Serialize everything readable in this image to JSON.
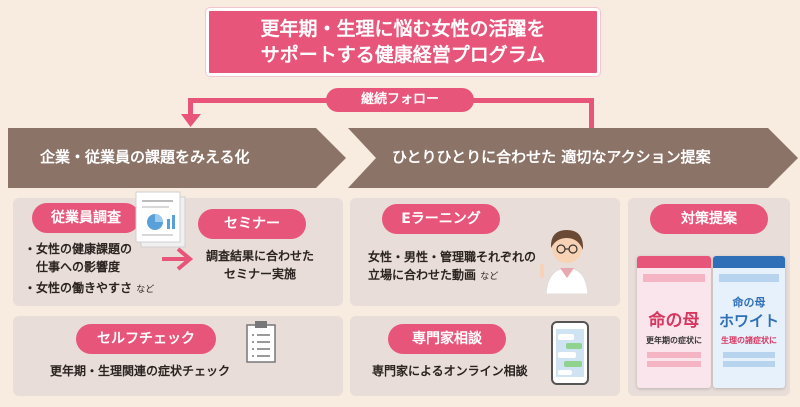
{
  "title": {
    "line1": "更年期・生理に悩む女性の活躍を",
    "line2": "サポートする健康経営プログラム"
  },
  "loop_label": "継続フォロー",
  "arrows": {
    "left": "企業・従業員の課題をみえる化",
    "right": "ひとりひとりに合わせた 適切なアクション提案"
  },
  "survey": {
    "title": "従業員調査",
    "item1_line1": "・女性の健康課題の",
    "item1_line2": "仕事への影響度",
    "item2": "・女性の働きやすさ",
    "item2_suffix": "など"
  },
  "seminar": {
    "title": "セミナー",
    "line1": "調査結果に合わせた",
    "line2": "セミナー実施"
  },
  "selfcheck": {
    "title": "セルフチェック",
    "desc": "更年期・生理関連の症状チェック"
  },
  "elearning": {
    "title": "Eラーニング",
    "line1": "女性・男性・管理職それぞれの",
    "line2": "立場に合わせた動画",
    "suffix": "など"
  },
  "expert": {
    "title": "専門家相談",
    "desc": "専門家によるオンライン相談"
  },
  "proposal": {
    "title": "対策提案"
  },
  "products": {
    "left_name": "命の母",
    "left_sub": "更年期の症状に",
    "right_name1": "命の母",
    "right_name2": "ホワイト",
    "right_sub": "生理の諸症状に"
  },
  "colors": {
    "accent": "#e8557a",
    "band": "#8c7367",
    "background": "#f7ecdf",
    "card": "#e8ddd8"
  }
}
